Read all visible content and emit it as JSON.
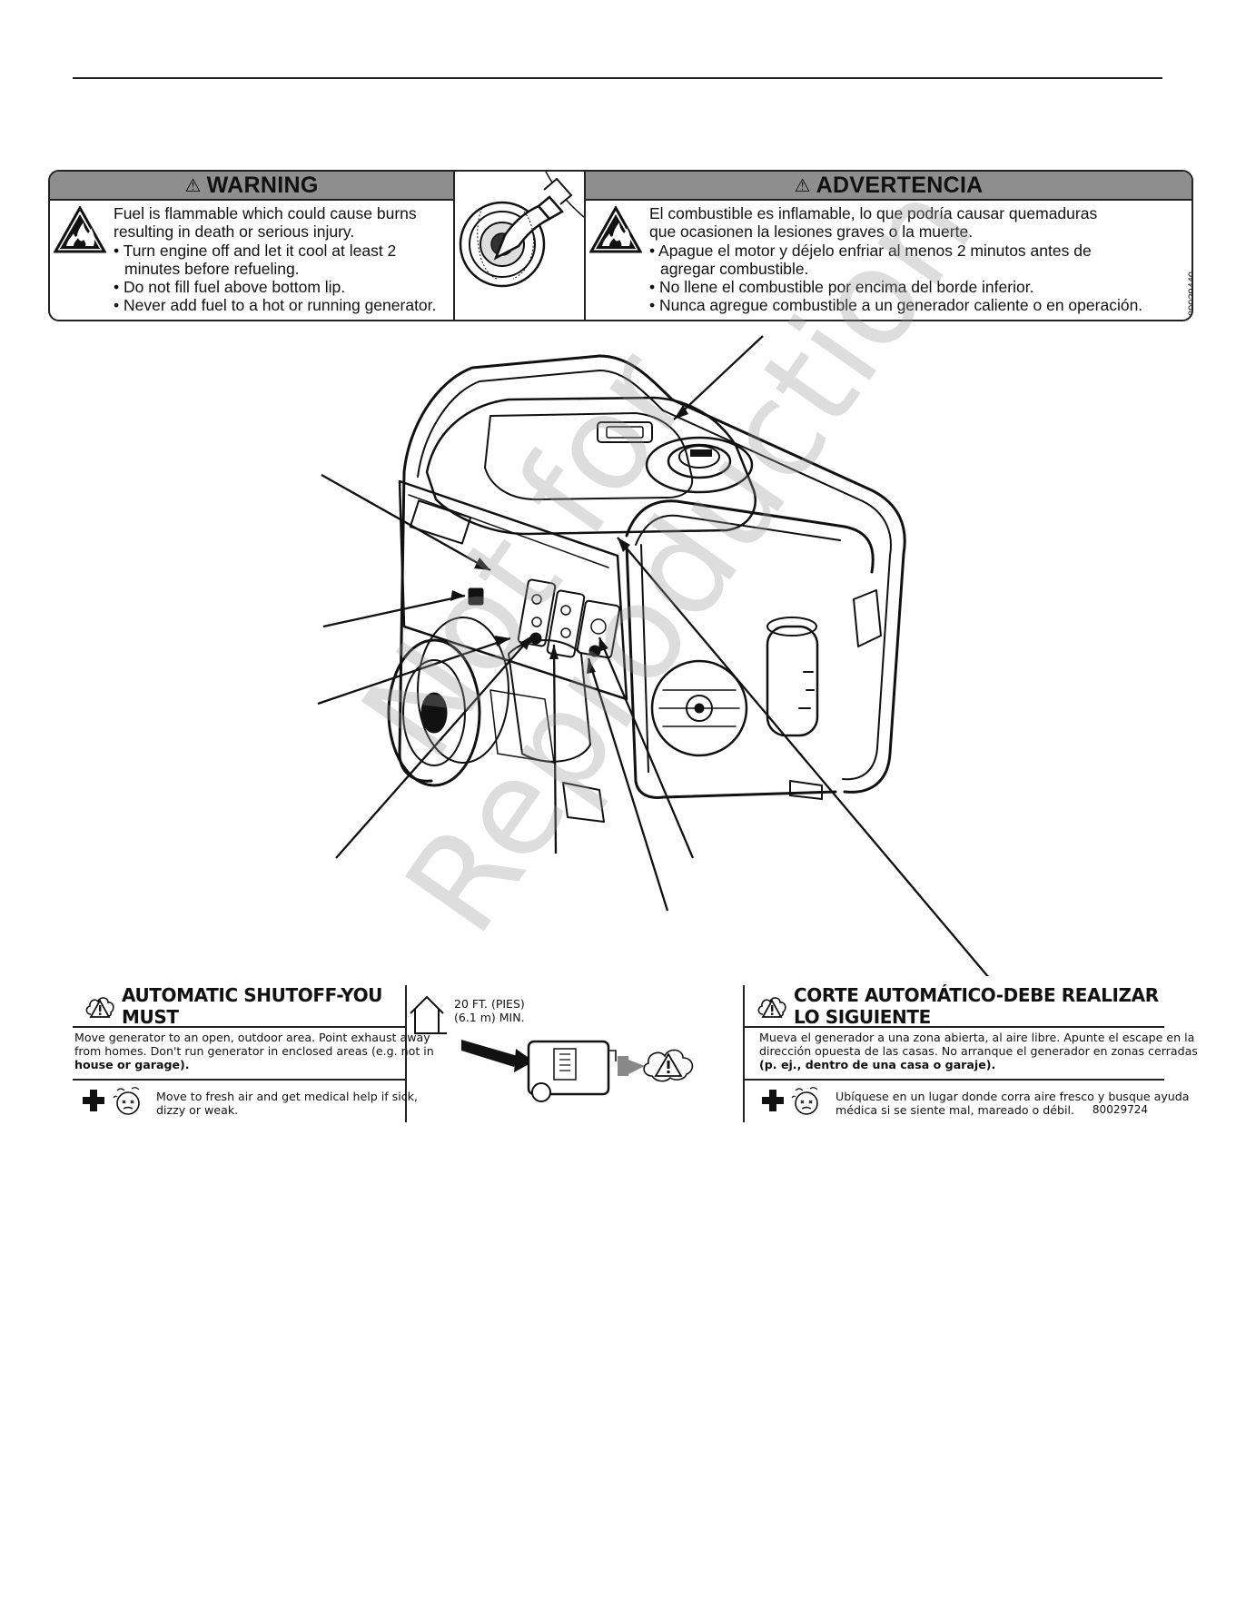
{
  "fuel_warning": {
    "en": {
      "title": "WARNING",
      "lines": [
        "Fuel is flammable which could cause burns",
        "resulting in death or serious injury.",
        "• Turn engine off and let it cool at least 2",
        "minutes before refueling.",
        "• Do not fill fuel above bottom lip.",
        "• Never add fuel to a hot or running generator."
      ]
    },
    "es": {
      "title": "ADVERTENCIA",
      "lines": [
        "El combustible es inflamable, lo que podría causar quemaduras",
        "que ocasionen la lesiones graves o la muerte.",
        "• Apague el motor y déjelo enfriar al menos 2 minutos antes de",
        "agregar combustible.",
        "• No llene el combustible por encima del borde inferior.",
        "• Nunca agregue combustible a un generador caliente o en operación."
      ]
    },
    "part_number": "80029440",
    "warning_symbol": "⚠",
    "icons": [
      "fire-hazard-icon",
      "fuel-nozzle-icon"
    ]
  },
  "watermark": {
    "line1": "Not for",
    "line2": "Reproduction"
  },
  "co_warning": {
    "en": {
      "title": "AUTOMATIC SHUTOFF-YOU MUST",
      "lines": [
        "Move generator to an open, outdoor area. Point exhaust away",
        "from homes. Don't run generator in enclosed areas (e.g. not in",
        "house or garage)."
      ],
      "help_lines": [
        "Move to fresh air and get medical help if sick,",
        "dizzy or weak."
      ]
    },
    "distance": {
      "line1": "20 FT. (PIES)",
      "line2": "(6.1 m) MIN."
    },
    "es": {
      "title": "CORTE AUTOMÁTICO-DEBE REALIZAR LO SIGUIENTE",
      "lines": [
        "Mueva el generador a una zona abierta, al aire libre. Apunte el escape en la",
        "dirección opuesta de las casas. No arranque el generador en zonas cerradas",
        "(p. ej., dentro de una casa o garaje)."
      ],
      "help_lines": [
        "Ubíquese en un lugar donde corra aire fresco y busque ayuda",
        "médica si se siente mal, mareado o débil."
      ]
    },
    "part_number": "80029724",
    "icons": [
      "co-cloud-warning-icon",
      "first-aid-cross-icon",
      "dizzy-face-icon",
      "house-icon"
    ]
  }
}
